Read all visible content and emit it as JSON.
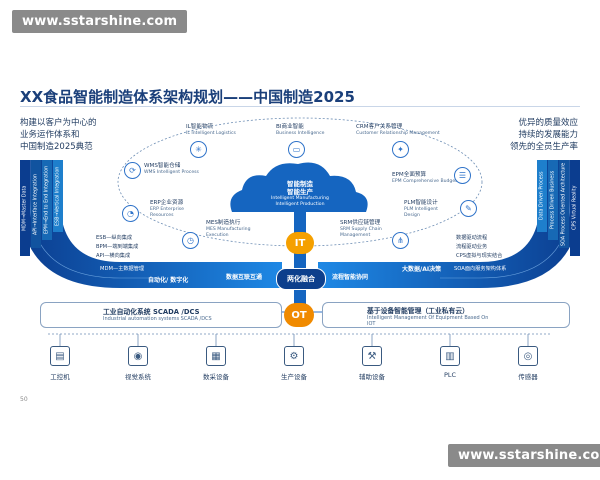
{
  "watermark": "www.sstarshine.com",
  "title": "XX食品智能制造体系架构规划——中国制造2025",
  "left_note": [
    "构建以客户为中心的",
    "业务运作体系和",
    "中国制造2025典范"
  ],
  "right_note": [
    "优异的质量效应",
    "持续的发展能力",
    "领先的全员生产率"
  ],
  "cloud": {
    "title1": "智能制造",
    "title2": "智能生产",
    "sub1": "Intelligent Manufacturing",
    "sub2": "Intelligent Production"
  },
  "nodes": {
    "il": {
      "l1": "IL智能物流",
      "l2": "IL Intelligent Logistics"
    },
    "bi": {
      "l1": "BI商业智能",
      "l2": "Business Intelligence"
    },
    "crm": {
      "l1": "CRM客户关系管理",
      "l2": "Customer Relationship Management"
    },
    "wms": {
      "l1": "WMS智能仓储",
      "l2": "WMS Intelligent Process"
    },
    "epm": {
      "l1": "EPM全面预算",
      "l2": "EPM Comprehensive Budget"
    },
    "erp": {
      "l1": "ERP企业资源",
      "l2a": "ERP Enterprise",
      "l2b": "Resources"
    },
    "plm": {
      "l1": "PLM智能设计",
      "l2a": "PLM Intelligent",
      "l2b": "Design"
    },
    "mes": {
      "l1": "MES制造执行",
      "l2a": "MES Manufacturing",
      "l2b": "Execution"
    },
    "srm": {
      "l1": "SRM供应链管理",
      "l2a": "SRM Supply Chain",
      "l2b": "Management"
    }
  },
  "left_vbars": [
    "MDM→Master Data",
    "API→Interface Integration",
    "EPM→End to End Integration",
    "ESB→Vertical Integration"
  ],
  "left_hlabels": [
    "ESB—纵向集成",
    "BPM—端到端集成",
    "API—横向集成",
    "MDM—主数据管理"
  ],
  "right_vbars": [
    "Data Driven Process",
    "Process Driven Business",
    "SOA Process Oriented Architecture",
    "CPS Virtual Reality"
  ],
  "right_hlabels": [
    "数据驱动流程",
    "流程驱动业务",
    "CPS虚拟与现实结合",
    "SOA面向服务架构体系"
  ],
  "band": {
    "left1": "自动化/ 数字化",
    "left2": "数据互联互通",
    "right1": "流程智能协同",
    "right2": "大数据/AI决策"
  },
  "center": {
    "it": "IT",
    "fusion": "两化融合",
    "ot": "OT"
  },
  "box_left": {
    "t1": "工业自动化系统 SCADA /DCS",
    "t2": "Industrial automation systems SCADA /DCS"
  },
  "box_right": {
    "t1": "基于设备智能管理（工业私有云）",
    "t2a": "Intelligent Management Of Equipment Based On",
    "t2b": "IOT"
  },
  "devices": [
    {
      "label": "工控机",
      "icon": "industrial-pc-icon",
      "glyph": "▤"
    },
    {
      "label": "视觉系统",
      "icon": "vision-system-icon",
      "glyph": "◉"
    },
    {
      "label": "数采设备",
      "icon": "data-acquisition-icon",
      "glyph": "▦"
    },
    {
      "label": "生产设备",
      "icon": "production-machine-icon",
      "glyph": "⚙"
    },
    {
      "label": "辅助设备",
      "icon": "auxiliary-device-icon",
      "glyph": "⚒"
    },
    {
      "label": "PLC",
      "icon": "plc-icon",
      "glyph": "▥"
    },
    {
      "label": "传感器",
      "icon": "sensor-icon",
      "glyph": "◎"
    }
  ],
  "page_number": "50",
  "colors": {
    "primary": "#1976d2",
    "dark": "#0d3f8c",
    "cloud": "#1565c0",
    "it_orange": "#f5a000",
    "ot_orange": "#f08a00"
  }
}
